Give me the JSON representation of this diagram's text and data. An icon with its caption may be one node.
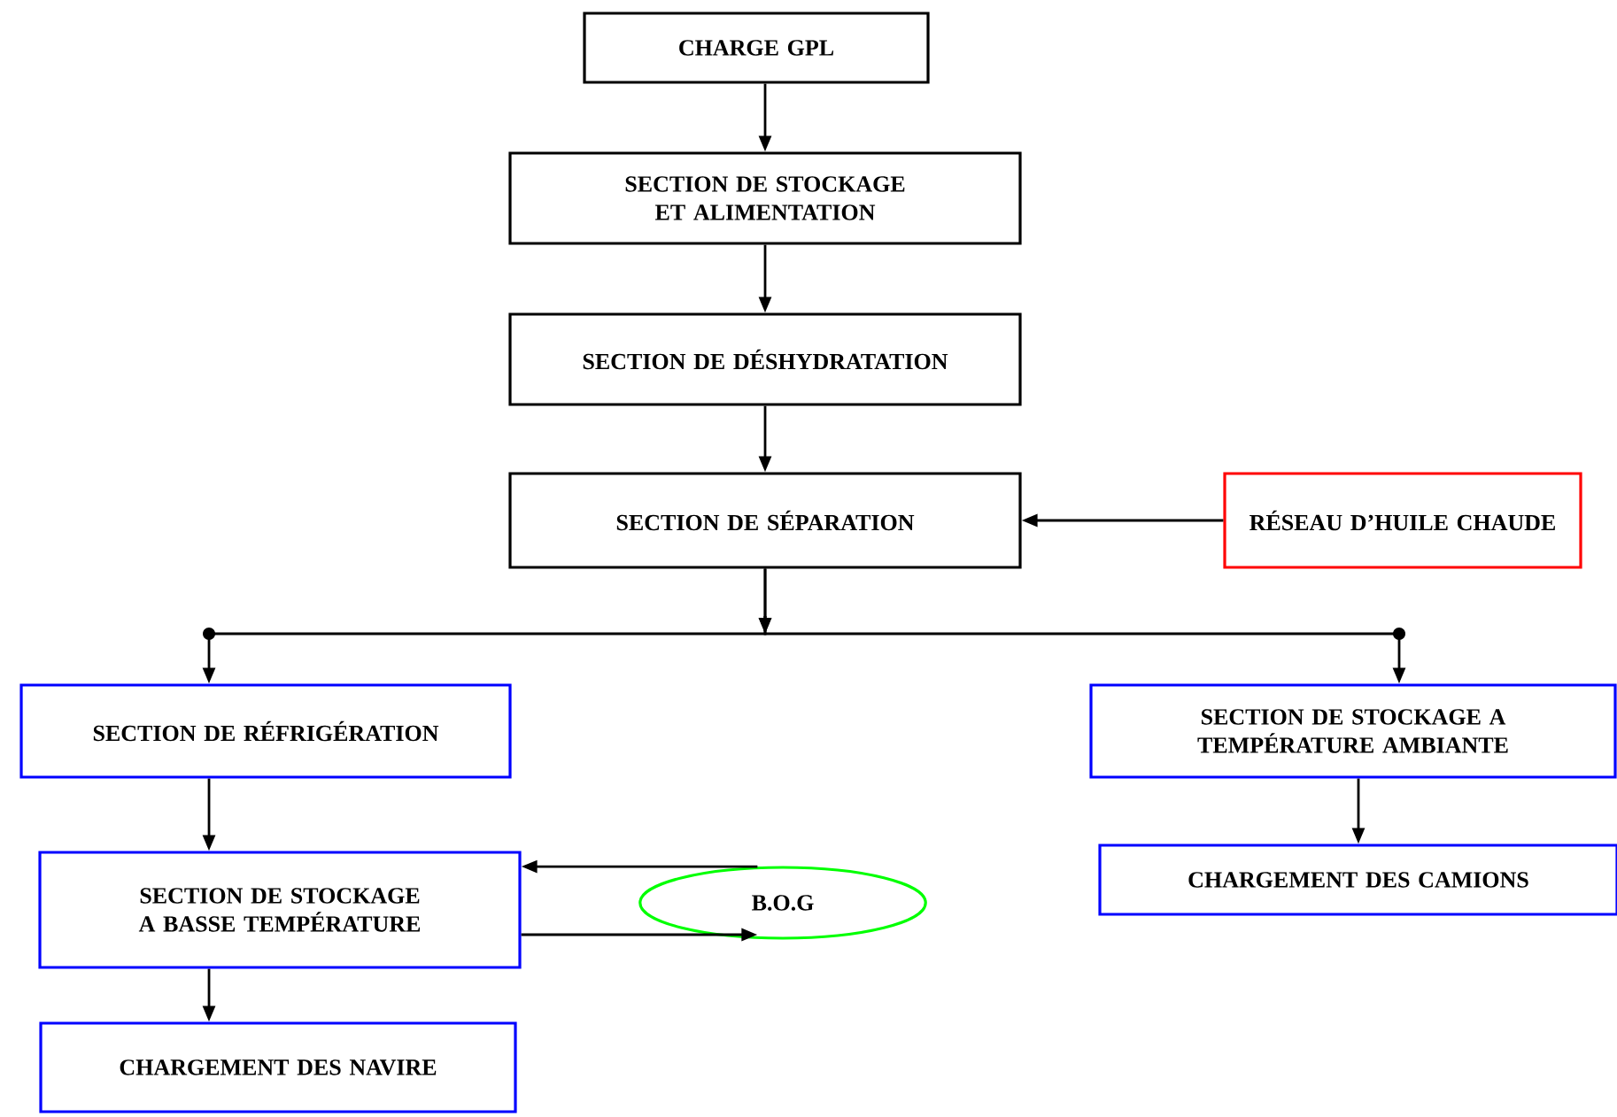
{
  "diagram": {
    "nodes": [
      {
        "text": [
          "CHARGE GPL"
        ]
      },
      {
        "text": [
          "SECTION DE STOCKAGE ET ALIMENTATION"
        ]
      },
      {
        "text": [
          "SECTION DE DÉSHYDRATATION"
        ]
      },
      {
        "text": [
          "SECTION DE SÉPARATION"
        ]
      },
      {
        "text": [
          "RÉSEAU D’HUILE CHAUDE"
        ]
      },
      {
        "text": [
          "SECTION DE RÉFRIGÉRATION"
        ]
      },
      {
        "text": [
          "SECTION DE STOCKAGE A TEMPÉRATURE AMBIANTE"
        ]
      },
      {
        "text": [
          "SECTION DE STOCKAGE A BASSE TEMPÉRATURE"
        ]
      },
      {
        "text": [
          "B.O.G"
        ]
      },
      {
        "text": [
          "CHARGEMENT DES CAMIONS"
        ]
      },
      {
        "text": [
          "CHARGEMENT DES NAVIRE"
        ]
      }
    ],
    "edges": [
      {
        "from": 0,
        "to": 1,
        "arrow": "to"
      },
      {
        "from": 1,
        "to": 2,
        "arrow": "to"
      },
      {
        "from": 2,
        "to": 3,
        "arrow": "to"
      },
      {
        "from": 4,
        "to": 3,
        "arrow": "to"
      },
      {
        "from": 3,
        "to": 5,
        "arrow": "to"
      },
      {
        "from": 3,
        "to": 6,
        "arrow": "to"
      },
      {
        "from": 5,
        "to": 7,
        "arrow": "to"
      },
      {
        "from": 8,
        "to": 7,
        "arrow": "to"
      },
      {
        "from": 7,
        "to": 8,
        "arrow": "to"
      },
      {
        "from": 6,
        "to": 9,
        "arrow": "to"
      },
      {
        "from": 7,
        "to": 10,
        "arrow": "to"
      }
    ]
  }
}
